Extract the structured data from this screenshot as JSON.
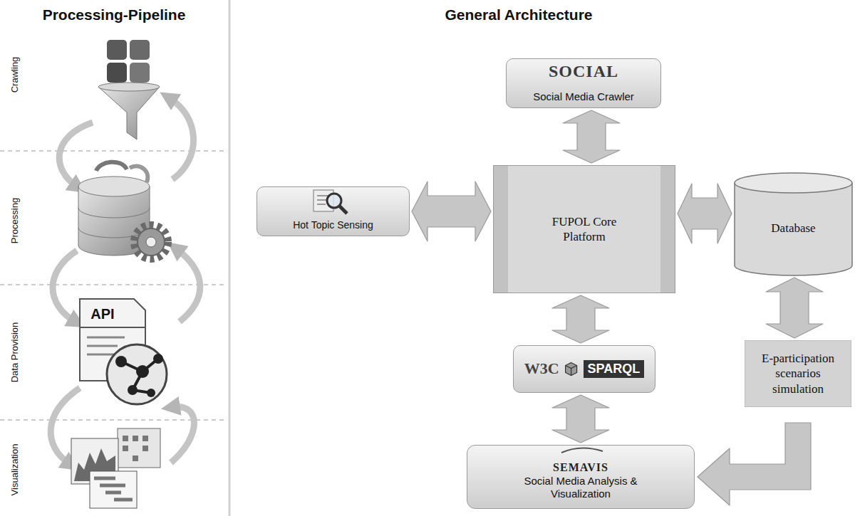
{
  "diagram": {
    "nodes": [
      {
        "text": [
          "SOCIAL",
          "Social Media Crawler"
        ]
      },
      {
        "text": [
          "Hot Topic Sensing"
        ]
      },
      {
        "text": [
          "FUPOL Core Platform"
        ]
      },
      {
        "text": [
          "Database"
        ]
      },
      {
        "text": [
          "W3C",
          "SPARQL"
        ]
      },
      {
        "text": [
          "E-participation scenarios simulation"
        ]
      },
      {
        "text": [
          "SEMAVIS",
          "Social Media Analysis & Visualization"
        ]
      }
    ],
    "edges": [
      {
        "from": 0,
        "to": 2,
        "arrow": "both"
      },
      {
        "from": 1,
        "to": 2,
        "arrow": "both"
      },
      {
        "from": 2,
        "to": 3,
        "arrow": "both"
      },
      {
        "from": 2,
        "to": 4,
        "arrow": "both"
      },
      {
        "from": 4,
        "to": 6,
        "arrow": "both"
      },
      {
        "from": 3,
        "to": 5,
        "arrow": "both"
      },
      {
        "from": 5,
        "to": 6,
        "arrow": "to"
      }
    ],
    "labels": [
      "Processing-Pipeline",
      "General Architecture",
      "Crawling",
      "Processing",
      "Data Provision",
      "Visualization",
      "API"
    ]
  }
}
